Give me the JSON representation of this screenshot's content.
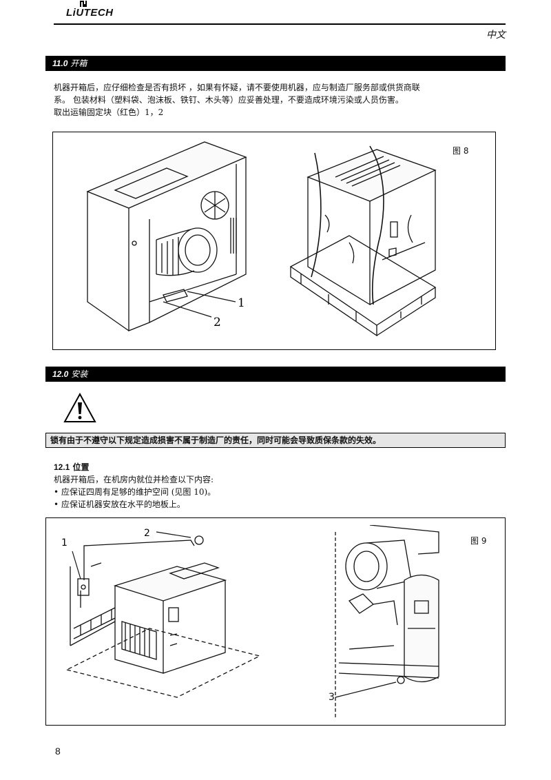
{
  "header": {
    "brand": "LiUTECH",
    "language": "中文"
  },
  "section11": {
    "number": "11.0",
    "title": "开箱",
    "paragraph_lines": [
      "机器开箱后，应仔细检查是否有损坏 ，如果有怀疑，请不要使用机器，应与制造厂服务部或供货商联",
      "系。 包装材料（塑料袋、泡沫板、铁钉、木头等）应妥善处理，不要造成环境污染或人员伤害。",
      "取出运输固定块（红色）1，2"
    ],
    "figure": {
      "label": "图 8",
      "callouts": [
        "1",
        "2"
      ]
    }
  },
  "section12": {
    "number": "12.0",
    "title": "安装",
    "warning_icon": "warning-triangle-icon",
    "warning_text": "锁有由于不遵守以下规定造成损害不属于制造厂的责任，同时可能会导致质保条款的失效。",
    "sub": {
      "number": "12.1",
      "title": "位置",
      "intro": "机器开箱后，在机房内就位并检查以下内容:",
      "bullets": [
        "应保证四周有足够的维护空间 (见图 10)。",
        "应保证机器安放在水平的地板上。"
      ]
    },
    "figure": {
      "label": "图 9",
      "callouts": [
        "1",
        "2",
        "3"
      ]
    }
  },
  "footer": {
    "page_number": "8"
  }
}
